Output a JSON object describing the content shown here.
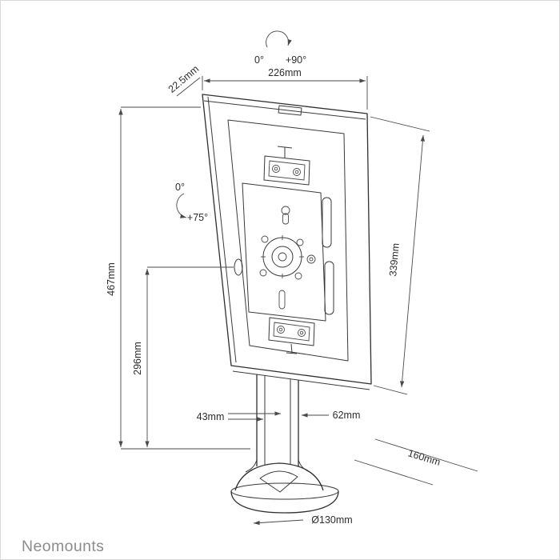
{
  "brand": "Neomounts",
  "colors": {
    "line": "#2f2f2f",
    "dimension_line": "#4a4a4a",
    "brand_text": "#8c8c8c",
    "background": "#ffffff"
  },
  "rotation_top": {
    "start": "0°",
    "end": "+90°"
  },
  "rotation_tilt": {
    "start": "0°",
    "end": "+75°"
  },
  "dims": {
    "edge_offset": "22.5mm",
    "width_top": "226mm",
    "panel_height": "339mm",
    "total_height": "467mm",
    "center_height": "296mm",
    "pole_inner": "43mm",
    "pole_outer": "62mm",
    "base_depth": "160mm",
    "base_diameter": "Ø130mm"
  }
}
